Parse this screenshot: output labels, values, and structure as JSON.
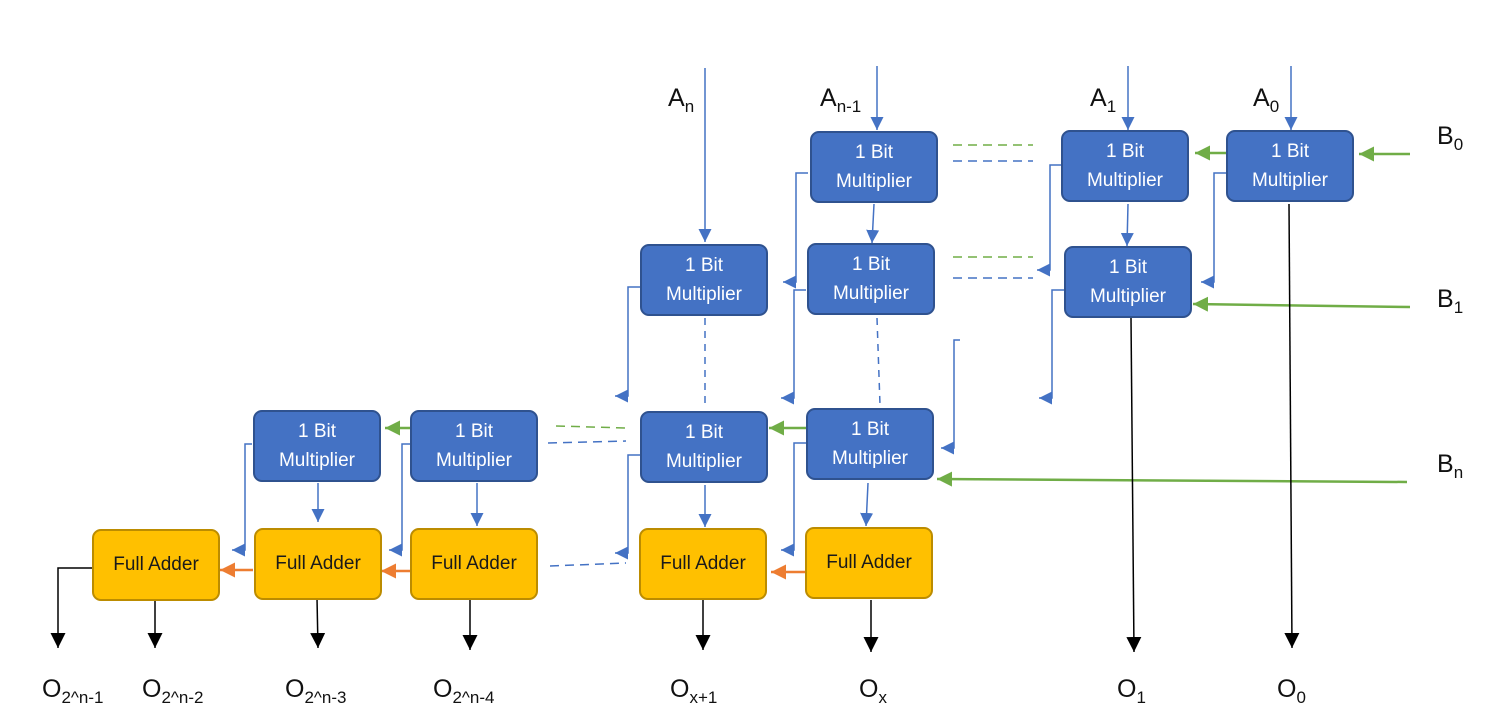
{
  "multiplier": {
    "line1": "1 Bit",
    "line2": "Multiplier"
  },
  "adder": {
    "label": "Full Adder"
  },
  "inputs_a": [
    {
      "base": "A",
      "sub": "n"
    },
    {
      "base": "A",
      "sub": "n-1"
    },
    {
      "base": "A",
      "sub": "1"
    },
    {
      "base": "A",
      "sub": "0"
    }
  ],
  "inputs_b": [
    {
      "base": "B",
      "sub": "0"
    },
    {
      "base": "B",
      "sub": "1"
    },
    {
      "base": "B",
      "sub": "n"
    }
  ],
  "outputs": [
    {
      "base": "O",
      "sub": "2^n-1"
    },
    {
      "base": "O",
      "sub": "2^n-2"
    },
    {
      "base": "O",
      "sub": "2^n-3"
    },
    {
      "base": "O",
      "sub": "2^n-4"
    },
    {
      "base": "O",
      "sub": "x+1"
    },
    {
      "base": "O",
      "sub": "x"
    },
    {
      "base": "O",
      "sub": "1"
    },
    {
      "base": "O",
      "sub": "0"
    }
  ],
  "colors": {
    "multiplier_fill": "#4472c4",
    "adder_fill": "#ffc000",
    "blue_wire": "#4472c4",
    "green_wire": "#70ad47",
    "orange_wire": "#ed7d31",
    "black_wire": "#000000"
  }
}
